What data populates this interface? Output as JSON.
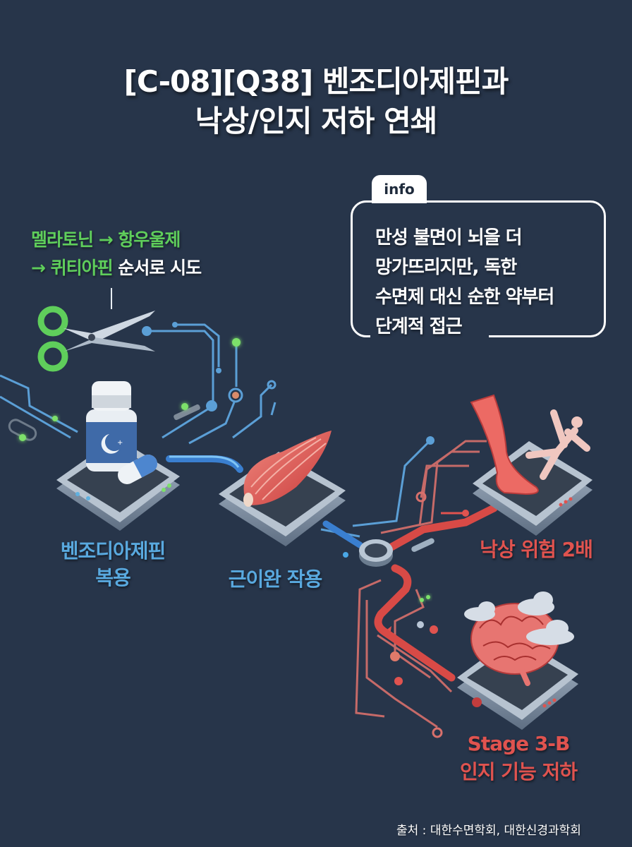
{
  "title": {
    "line1": "[C-08][Q38] 벤조디아제핀과",
    "line2": "낙상/인지 저하 연쇄"
  },
  "tip": {
    "line1_green": "멜라토닌 → 항우울제",
    "line2_green": "→ 퀴티아핀",
    "line2_white": " 순서로 시도",
    "icon": "scissors-icon"
  },
  "info": {
    "tab_label": "info",
    "lines": [
      "만성 불면이 뇌을 더",
      "망가뜨리지만, 독한",
      "수면제 대신 순한 약부터",
      "단계적 접근"
    ]
  },
  "nodes": [
    {
      "id": "benzo",
      "icon": "pill-bottle-icon",
      "label_line1": "벤조디아제핀",
      "label_line2": "복용",
      "color": "#59a9df"
    },
    {
      "id": "muscle",
      "icon": "muscle-icon",
      "label_line1": "근이완 작용",
      "color": "#59a9df"
    },
    {
      "id": "fall",
      "icon": "falling-person-icon",
      "label_line1": "낙상 위험 2배",
      "color": "#e0534f"
    },
    {
      "id": "cognition",
      "icon": "brain-icon",
      "label_line1": "Stage 3-B",
      "label_line2": "인지 기능 저하",
      "color": "#e0534f"
    }
  ],
  "source": "출처 : 대한수면학회, 대한신경과학회",
  "colors": {
    "background": "#27354a",
    "blue_accent": "#59a9df",
    "green_accent": "#5fce5b",
    "red_accent": "#e0534f"
  }
}
